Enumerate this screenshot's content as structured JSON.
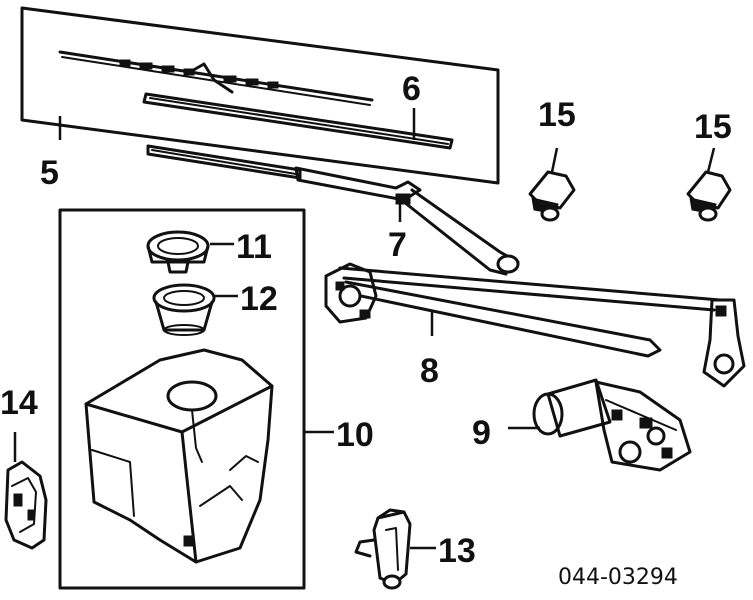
{
  "diagram": {
    "callouts": {
      "c5": "5",
      "c6": "6",
      "c7": "7",
      "c8": "8",
      "c9": "9",
      "c10": "10",
      "c11": "11",
      "c12": "12",
      "c13": "13",
      "c14": "14",
      "c15a": "15",
      "c15b": "15"
    },
    "diagram_code": "044-03294"
  }
}
